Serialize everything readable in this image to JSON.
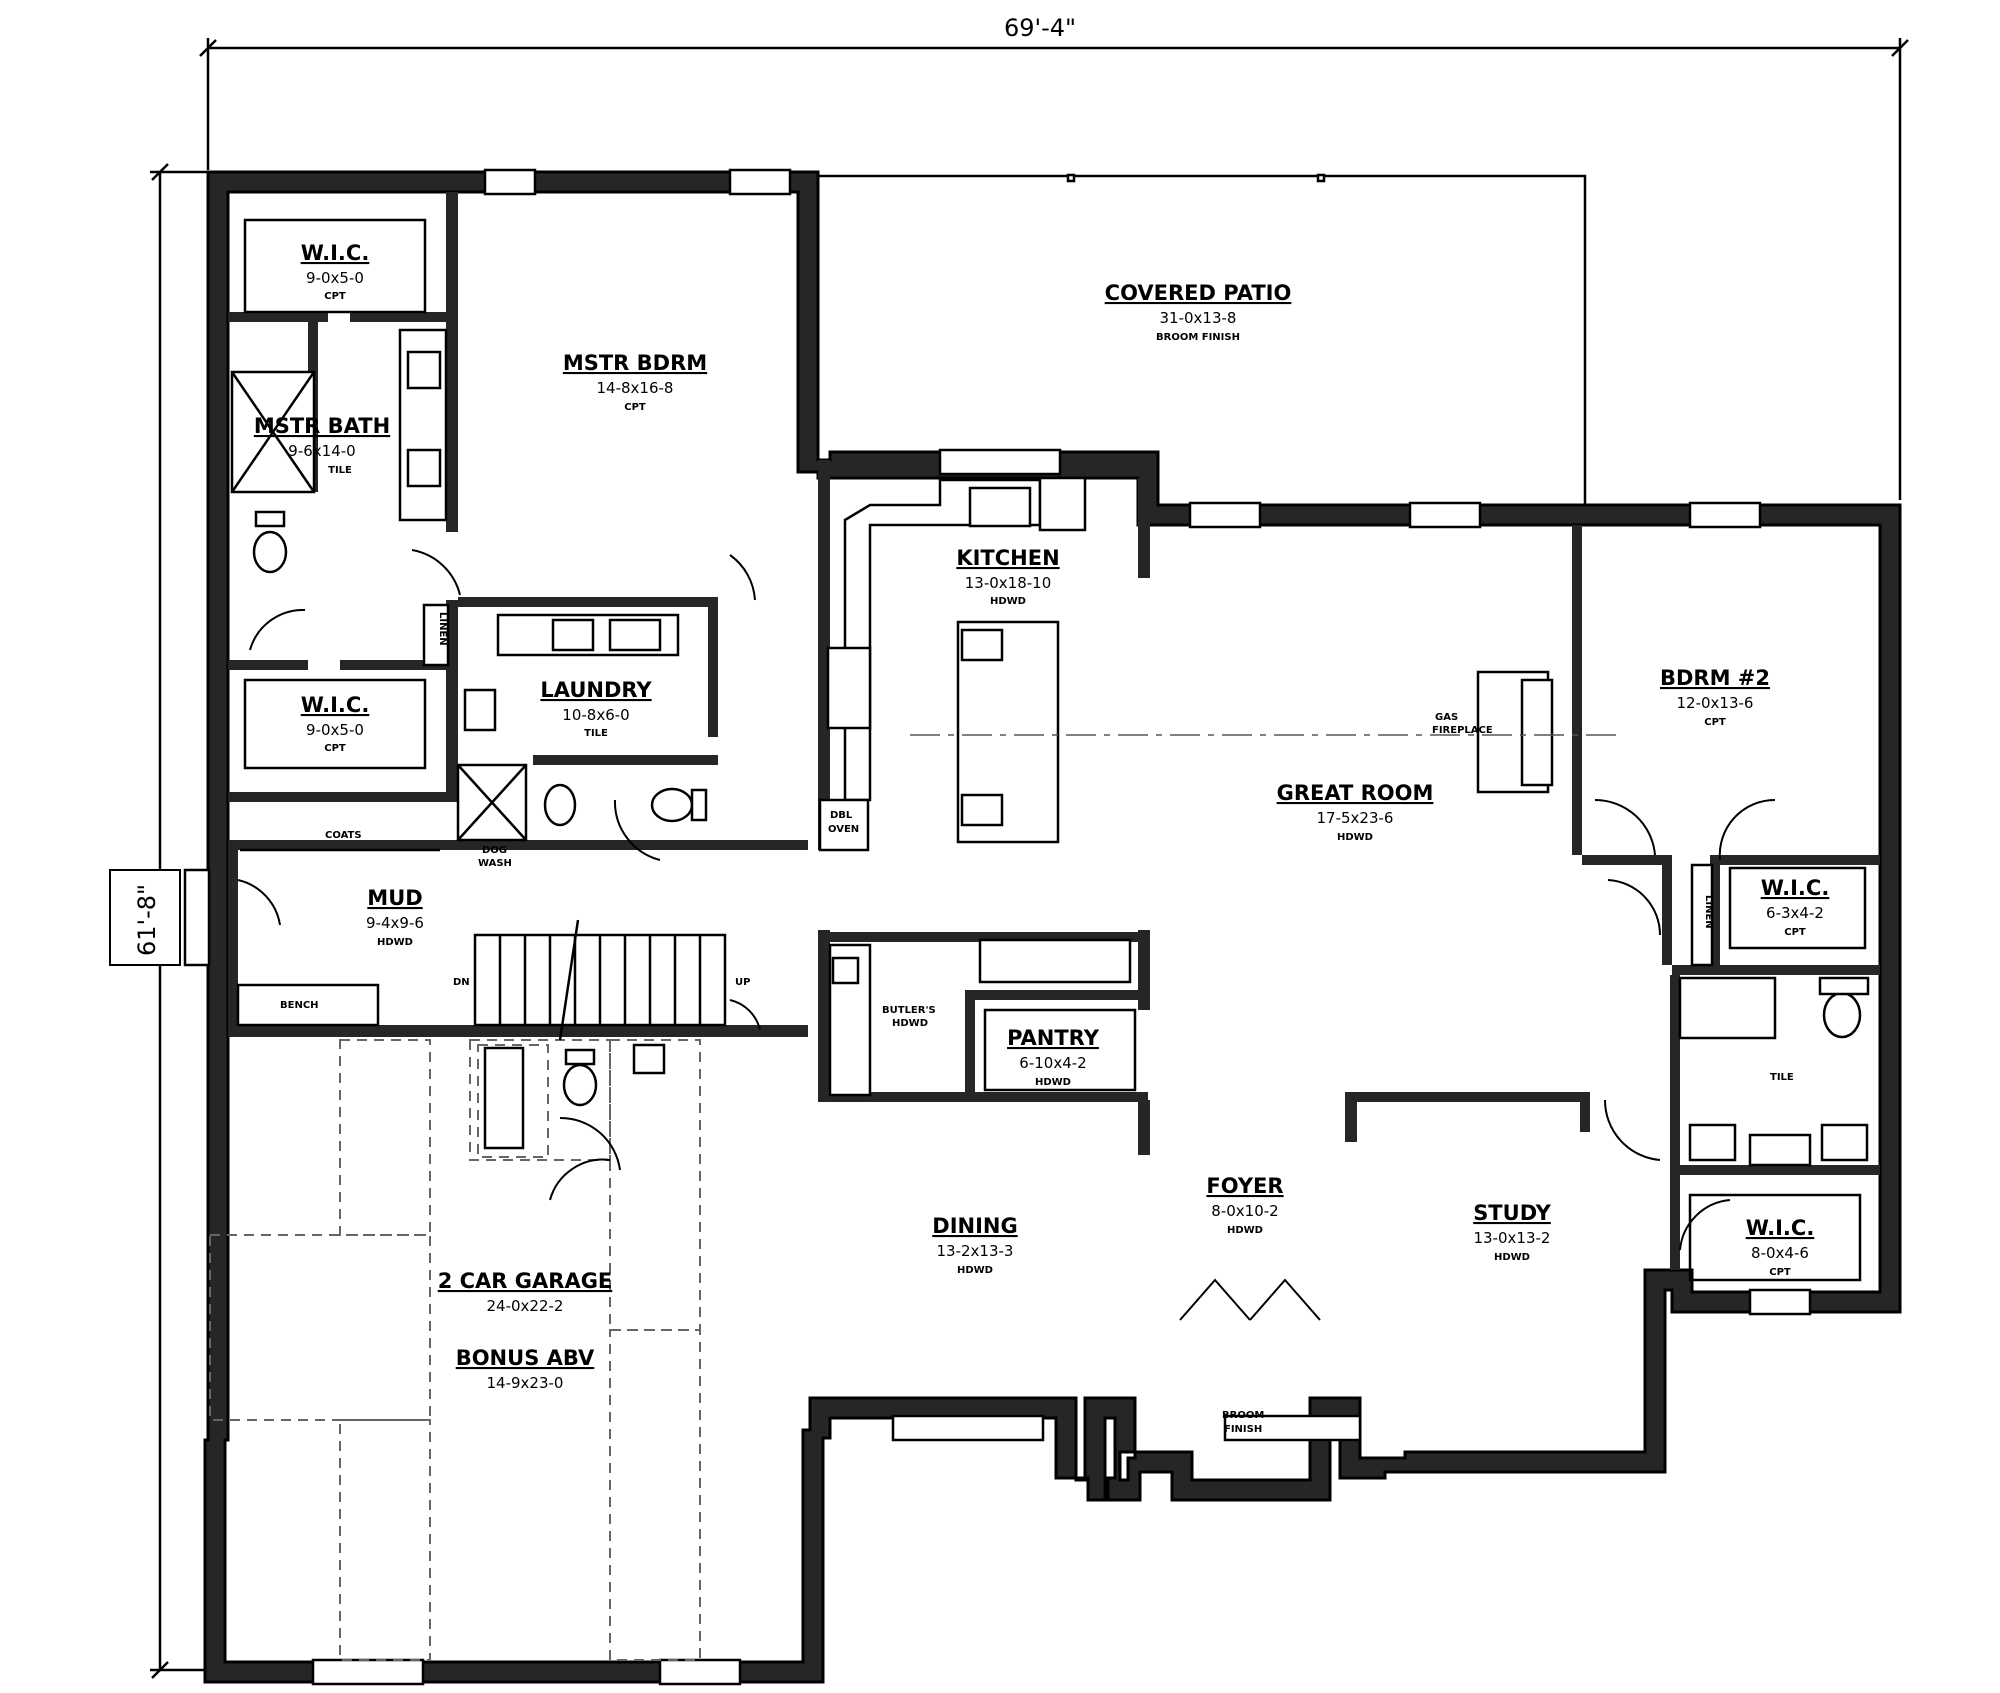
{
  "dimensions": {
    "width": "69'-4\"",
    "depth": "61'-8\""
  },
  "rooms": [
    {
      "id": "wic-1",
      "name": "W.I.C.",
      "size": "9-0x5-0",
      "finish": "CPT"
    },
    {
      "id": "mstr-bath",
      "name": "MSTR BATH",
      "size": "9-6x14-0",
      "finish": "TILE"
    },
    {
      "id": "wic-2",
      "name": "W.I.C.",
      "size": "9-0x5-0",
      "finish": "CPT"
    },
    {
      "id": "mstr-bdrm",
      "name": "MSTR BDRM",
      "size": "14-8x16-8",
      "finish": "CPT"
    },
    {
      "id": "covered-patio",
      "name": "COVERED PATIO",
      "size": "31-0x13-8",
      "finish": "BROOM FINISH"
    },
    {
      "id": "laundry",
      "name": "LAUNDRY",
      "size": "10-8x6-0",
      "finish": "TILE"
    },
    {
      "id": "kitchen",
      "name": "KITCHEN",
      "size": "13-0x18-10",
      "finish": "HDWD"
    },
    {
      "id": "great-room",
      "name": "GREAT ROOM",
      "size": "17-5x23-6",
      "finish": "HDWD"
    },
    {
      "id": "bdrm-2",
      "name": "BDRM #2",
      "size": "12-0x13-6",
      "finish": "CPT"
    },
    {
      "id": "mud",
      "name": "MUD",
      "size": "9-4x9-6",
      "finish": "HDWD"
    },
    {
      "id": "wic-3",
      "name": "W.I.C.",
      "size": "6-3x4-2",
      "finish": "CPT"
    },
    {
      "id": "pantry",
      "name": "PANTRY",
      "size": "6-10x4-2",
      "finish": "HDWD"
    },
    {
      "id": "dining",
      "name": "DINING",
      "size": "13-2x13-3",
      "finish": "HDWD"
    },
    {
      "id": "foyer",
      "name": "FOYER",
      "size": "8-0x10-2",
      "finish": "HDWD"
    },
    {
      "id": "study",
      "name": "STUDY",
      "size": "13-0x13-2",
      "finish": "HDWD"
    },
    {
      "id": "wic-4",
      "name": "W.I.C.",
      "size": "8-0x4-6",
      "finish": "CPT"
    },
    {
      "id": "garage",
      "name": "2 CAR GARAGE",
      "size": "24-0x22-2",
      "finish": ""
    },
    {
      "id": "bonus",
      "name": "BONUS ABV",
      "size": "14-9x23-0",
      "finish": ""
    }
  ],
  "labels": {
    "coats": "COATS",
    "dog_wash": [
      "DOG",
      "WASH"
    ],
    "bench": "BENCH",
    "dn": "DN",
    "up": "UP",
    "butlers": [
      "BUTLER'S",
      "HDWD"
    ],
    "dbl_oven": [
      "DBL",
      "OVEN"
    ],
    "gas_fireplace": [
      "GAS",
      "FIREPLACE"
    ],
    "linen_1": "LINEN",
    "linen_2": "LINEN",
    "bath2_tile": "TILE",
    "porch_finish": [
      "BROOM",
      "FINISH"
    ]
  }
}
